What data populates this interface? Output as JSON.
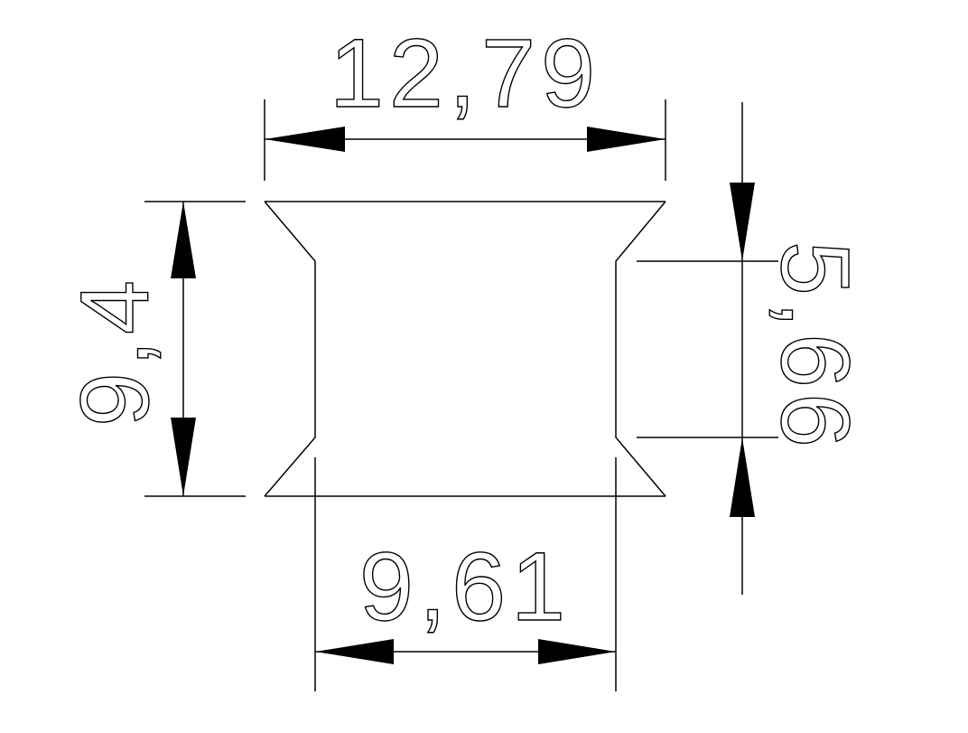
{
  "drawing": {
    "part": {
      "top_width": "12,79",
      "bottom_width": "9,61",
      "height": "9,4",
      "inner_height": "5,66"
    }
  }
}
